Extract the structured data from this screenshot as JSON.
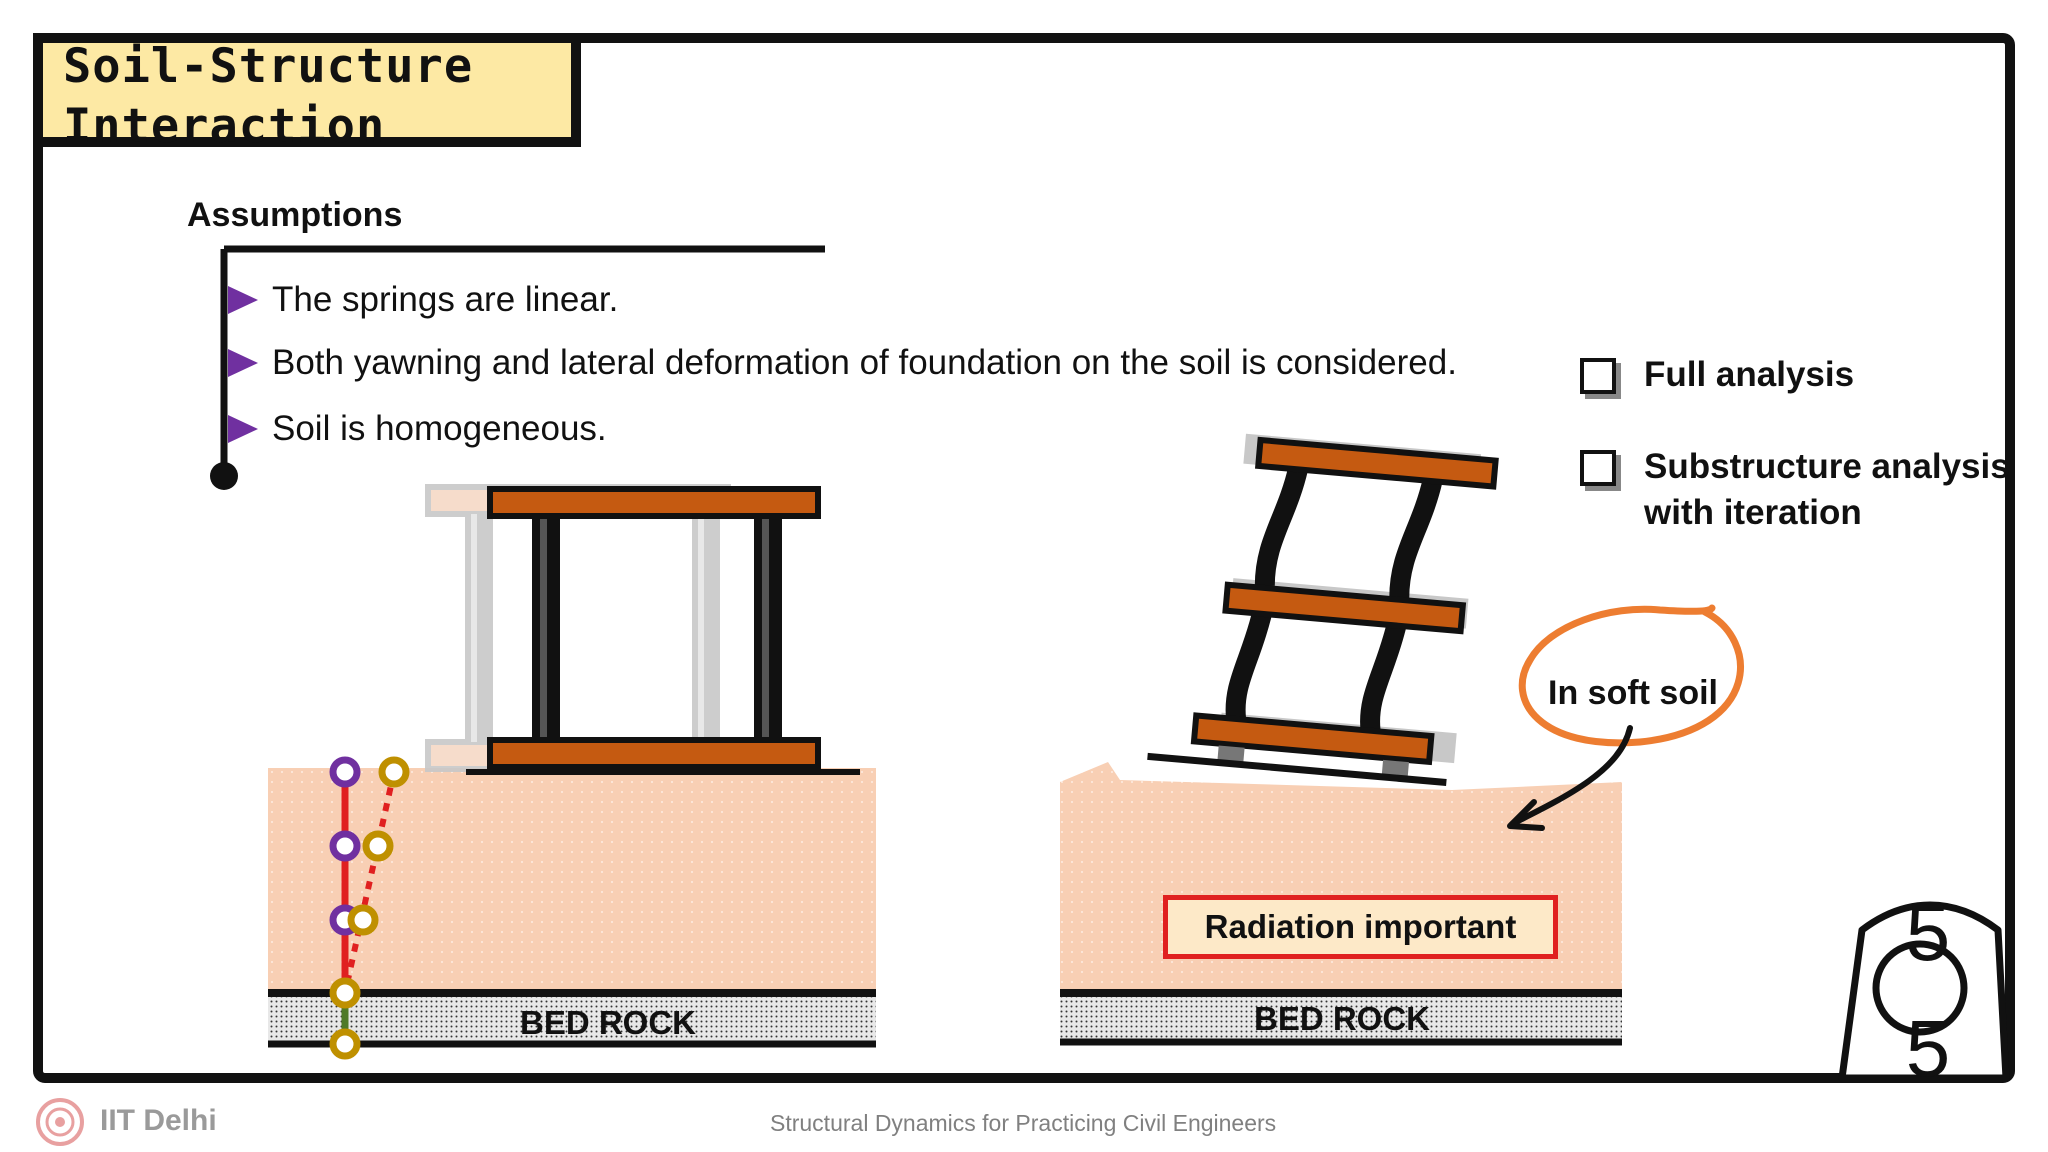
{
  "title": {
    "line1": "Soil-Structure",
    "line2": "Interaction"
  },
  "assumptions": {
    "heading": "Assumptions",
    "items": [
      "The springs are linear.",
      "Both yawning and lateral deformation of foundation on the soil is considered.",
      "Soil is homogeneous."
    ]
  },
  "options": [
    {
      "label_line1": "Full analysis",
      "label_line2": ""
    },
    {
      "label_line1": "Substructure analysis",
      "label_line2": "with iteration"
    }
  ],
  "left_diagram": {
    "bedrock_label": "BED ROCK"
  },
  "right_diagram": {
    "bedrock_label": "BED ROCK",
    "annotation": "In soft soil",
    "callout": "Radiation important"
  },
  "footer": {
    "institution": "IIT Delhi",
    "course": "Structural Dynamics for Practicing Civil Engineers"
  },
  "colors": {
    "frame": "#111111",
    "title_bg": "#fde9a4",
    "bullet": "#7030a0",
    "soil": "#f8cfb4",
    "beam": "#c55a11",
    "red_line": "#e02020",
    "spring_purple": "#7030a0",
    "spring_gold": "#bf9000",
    "annotation_ring": "#ed7d31"
  }
}
